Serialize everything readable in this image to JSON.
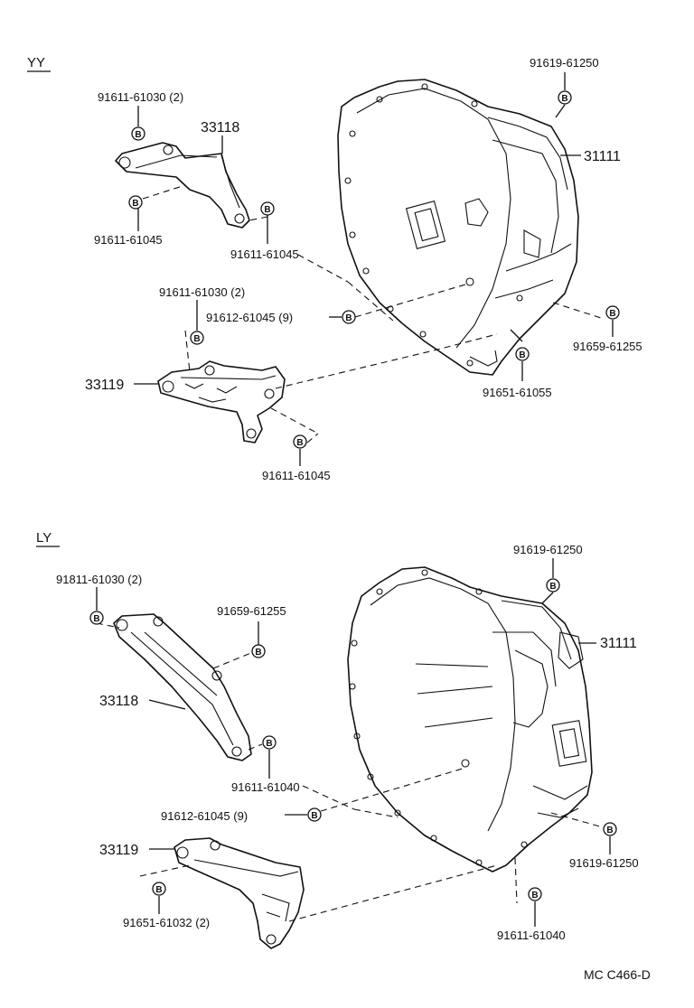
{
  "sections": {
    "yy": "YY",
    "ly": "LY"
  },
  "bolt_symbol": "B",
  "yy": {
    "labels": {
      "top_right_bolt": "91619-61250",
      "housing": "31111",
      "bracket_upper_bolt": "91611-61030 (2)",
      "bracket_upper": "33118",
      "bracket_upper_left_bolt": "91611-61045",
      "bracket_upper_right_bolt": "91611-61045",
      "lower_bracket_bolt": "91611-61030 (2)",
      "middle_bolt": "91612-61045 (9)",
      "right_bolt": "91659-61255",
      "bottom_bolt": "91651-61055",
      "bracket_lower": "33119",
      "bracket_lower_bolt": "91611-61045"
    }
  },
  "ly": {
    "labels": {
      "top_right_bolt": "91619-61250",
      "housing": "31111",
      "bracket_upper_bolt": "91811-61030 (2)",
      "bracket_upper_right_bolt": "91659-61255",
      "bracket_upper": "33118",
      "bracket_upper_lower_bolt": "91611-61040",
      "middle_bolt": "91612-61045 (9)",
      "right_bolt": "91619-61250",
      "bracket_lower": "33119",
      "bracket_lower_bolt": "91651-61032 (2)",
      "bottom_bolt": "91611-61040"
    }
  },
  "figure_code": "MC C466-D"
}
